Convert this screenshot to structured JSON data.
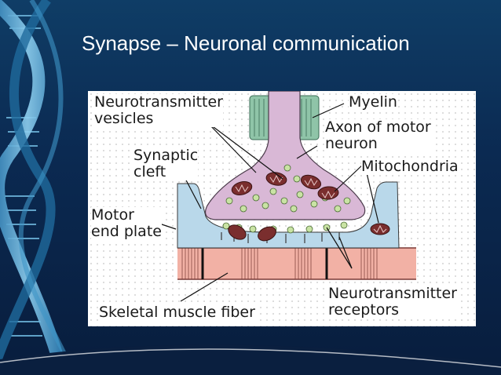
{
  "slide": {
    "title": "Synapse – Neuronal communication"
  },
  "diagram": {
    "labels": {
      "neurotransmitter_vesicles": "Neurotransmitter\nvesicles",
      "myelin": "Myelin",
      "axon_of_motor_neuron": "Axon of motor\nneuron",
      "synaptic_cleft": "Synaptic\ncleft",
      "mitochondria": "Mitochondria",
      "motor_end_plate": "Motor\nend plate",
      "neurotransmitter_receptors": "Neurotransmitter\nreceptors",
      "skeletal_muscle_fiber": "Skeletal muscle fiber"
    }
  },
  "colors": {
    "background": "#0b2a52",
    "axon": "#d9b8d6",
    "myelin": "#8fc4a8",
    "muscle": "#f2b1a5",
    "cleft": "#b9d8ea",
    "mitochondria": "#7a2e2e",
    "vesicle": "#c9e3a4"
  }
}
